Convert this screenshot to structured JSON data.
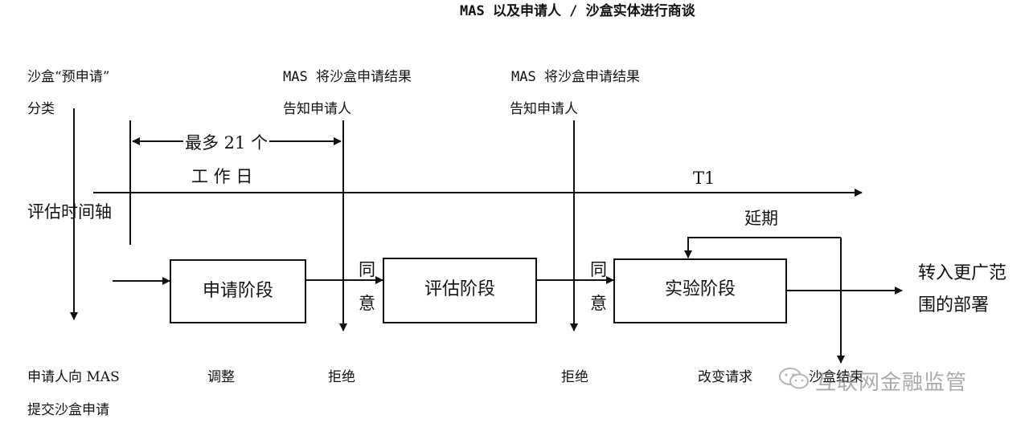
{
  "title": "MAS 以及申请人 / 沙盒实体进行商谈",
  "left": {
    "line1": "沙盒“预申请”",
    "line2": "分类",
    "axis_label": "评估时间轴",
    "bottom1": "申请人向 MAS",
    "bottom2": "提交沙盒申请"
  },
  "notify1": {
    "line1": "MAS 将沙盒申请结果",
    "line2": "告知申请人"
  },
  "notify2": {
    "line1": "MAS 将沙盒申请结果",
    "line2": "告知申请人"
  },
  "duration": {
    "line1": "最多 21 个",
    "line2": "工 作 日"
  },
  "timeline_end_label": "T1",
  "extend_label": "延期",
  "stages": {
    "apply": "申请阶段",
    "assess": "评估阶段",
    "experiment": "实验阶段"
  },
  "agree1": {
    "top": "同",
    "bottom": "意"
  },
  "agree2": {
    "top": "同",
    "bottom": "意"
  },
  "transfer": {
    "line1": "转入更广范",
    "line2": "围的部署"
  },
  "bottom_labels": {
    "adjust": "调整",
    "reject1": "拒绝",
    "reject2": "拒绝",
    "change": "改变请求",
    "sandbox_end": "沙盒结束"
  },
  "watermark": "互联网金融监管",
  "watermark_icon": "wechat-icon"
}
